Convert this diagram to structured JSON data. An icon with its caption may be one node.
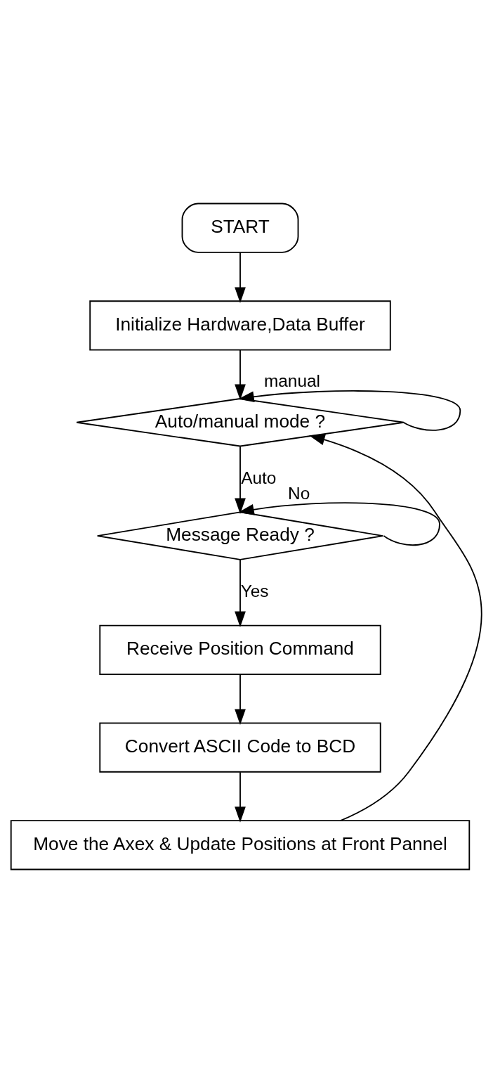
{
  "diagram": {
    "nodes": [
      {
        "text": [
          "START"
        ]
      },
      {
        "text": [
          "Initialize Hardware,Data Buffer"
        ]
      },
      {
        "text": [
          "Auto/manual mode ?"
        ]
      },
      {
        "text": [
          "Message Ready ?"
        ]
      },
      {
        "text": [
          "Receive Position Command"
        ]
      },
      {
        "text": [
          "Convert ASCII Code to BCD"
        ]
      },
      {
        "text": [
          "Move the Axex & Update Positions at Front Pannel"
        ]
      }
    ],
    "edges": [
      {
        "from": 0,
        "to": 1,
        "arrow": "to"
      },
      {
        "from": 1,
        "to": 2,
        "arrow": "to"
      },
      {
        "from": 2,
        "to": 2,
        "arrow": "to",
        "label": "manual"
      },
      {
        "from": 2,
        "to": 3,
        "arrow": "to",
        "label": "Auto"
      },
      {
        "from": 3,
        "to": 3,
        "arrow": "to",
        "label": "No"
      },
      {
        "from": 3,
        "to": 4,
        "arrow": "to",
        "label": "Yes"
      },
      {
        "from": 4,
        "to": 5,
        "arrow": "to"
      },
      {
        "from": 5,
        "to": 6,
        "arrow": "to"
      },
      {
        "from": 6,
        "to": 2,
        "arrow": "to"
      }
    ]
  }
}
